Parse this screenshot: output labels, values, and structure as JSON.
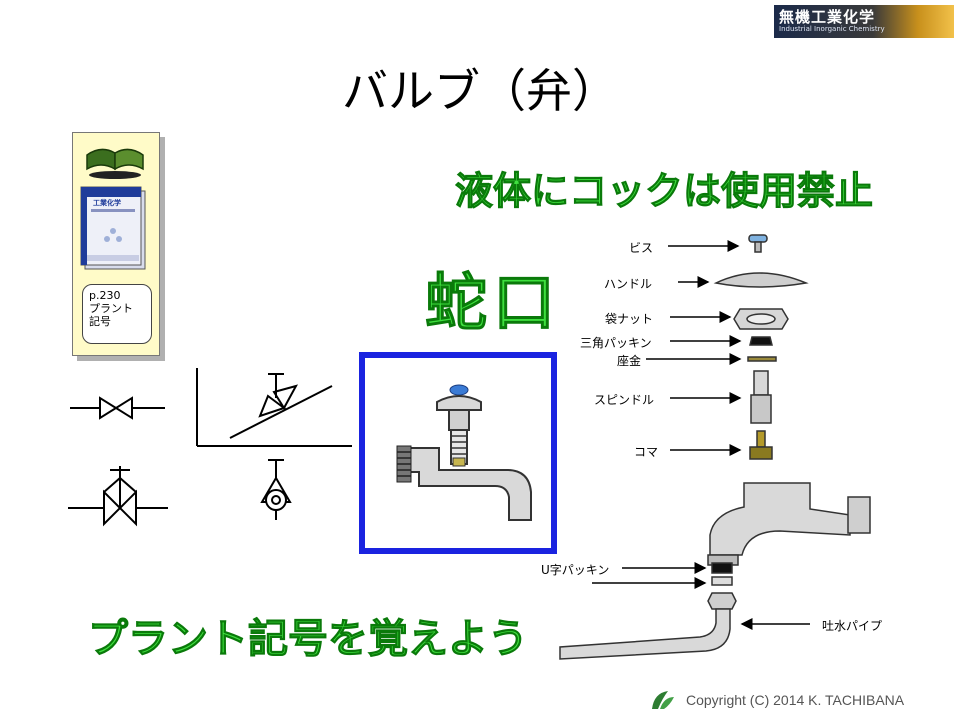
{
  "logo": {
    "text": "無機工業化学",
    "subtext": "Industrial Inorganic Chemistry"
  },
  "title": "バルブ（弁）",
  "reference": {
    "page": "p.230",
    "line1": "プラント",
    "line2": "記号"
  },
  "notice": "液体にコックは使用禁止",
  "faucet_label": "蛇口",
  "memorize": "プラント記号を覚えよう",
  "parts": {
    "screw": "ビス",
    "handle": "ハンドル",
    "bag_nut": "袋ナット",
    "triangle_packing": "三角パッキン",
    "washer": "座金",
    "spindle": "スピンドル",
    "top": "コマ",
    "u_packing": "U字パッキン",
    "spout_pipe": "吐水パイプ"
  },
  "copyright": "Copyright (C) 2014  K.  TACHIBANA",
  "colors": {
    "accent_green": "#3fe03f",
    "frame_blue": "#1a23e0",
    "note_yellow": "#fffbc8"
  }
}
